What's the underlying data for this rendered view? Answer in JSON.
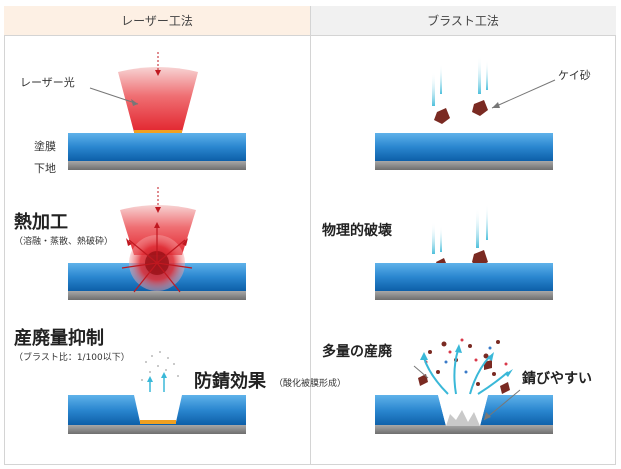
{
  "headers": {
    "laser": "レーザー工法",
    "blast": "ブラスト工法"
  },
  "laser": {
    "beam_label": "レーザー光",
    "coating_label": "塗膜",
    "substrate_label": "下地",
    "thermal_title": "熱加工",
    "thermal_note": "（溶融・蒸散、熱破砕）",
    "waste_title": "産廃量抑制",
    "waste_note": "（ブラスト比：1/100以下）",
    "rust_title": "防錆効果",
    "rust_note": "（酸化被膜形成）"
  },
  "blast": {
    "sand_label": "ケイ砂",
    "physical_title": "物理的破壊",
    "waste_title": "多量の産廃",
    "rust_title": "錆びやすい"
  },
  "colors": {
    "laser_header_bg": "#fdf0e4",
    "blast_header_bg": "#f1f1f1",
    "coating_blue": "#1f7bc4",
    "substrate_gray": "#8e8e8e",
    "laser_red": "#e8313a",
    "oxide_orange": "#f0a020",
    "grit_brown": "#7a2a22",
    "arrow_cyan": "#3ab8d8"
  }
}
